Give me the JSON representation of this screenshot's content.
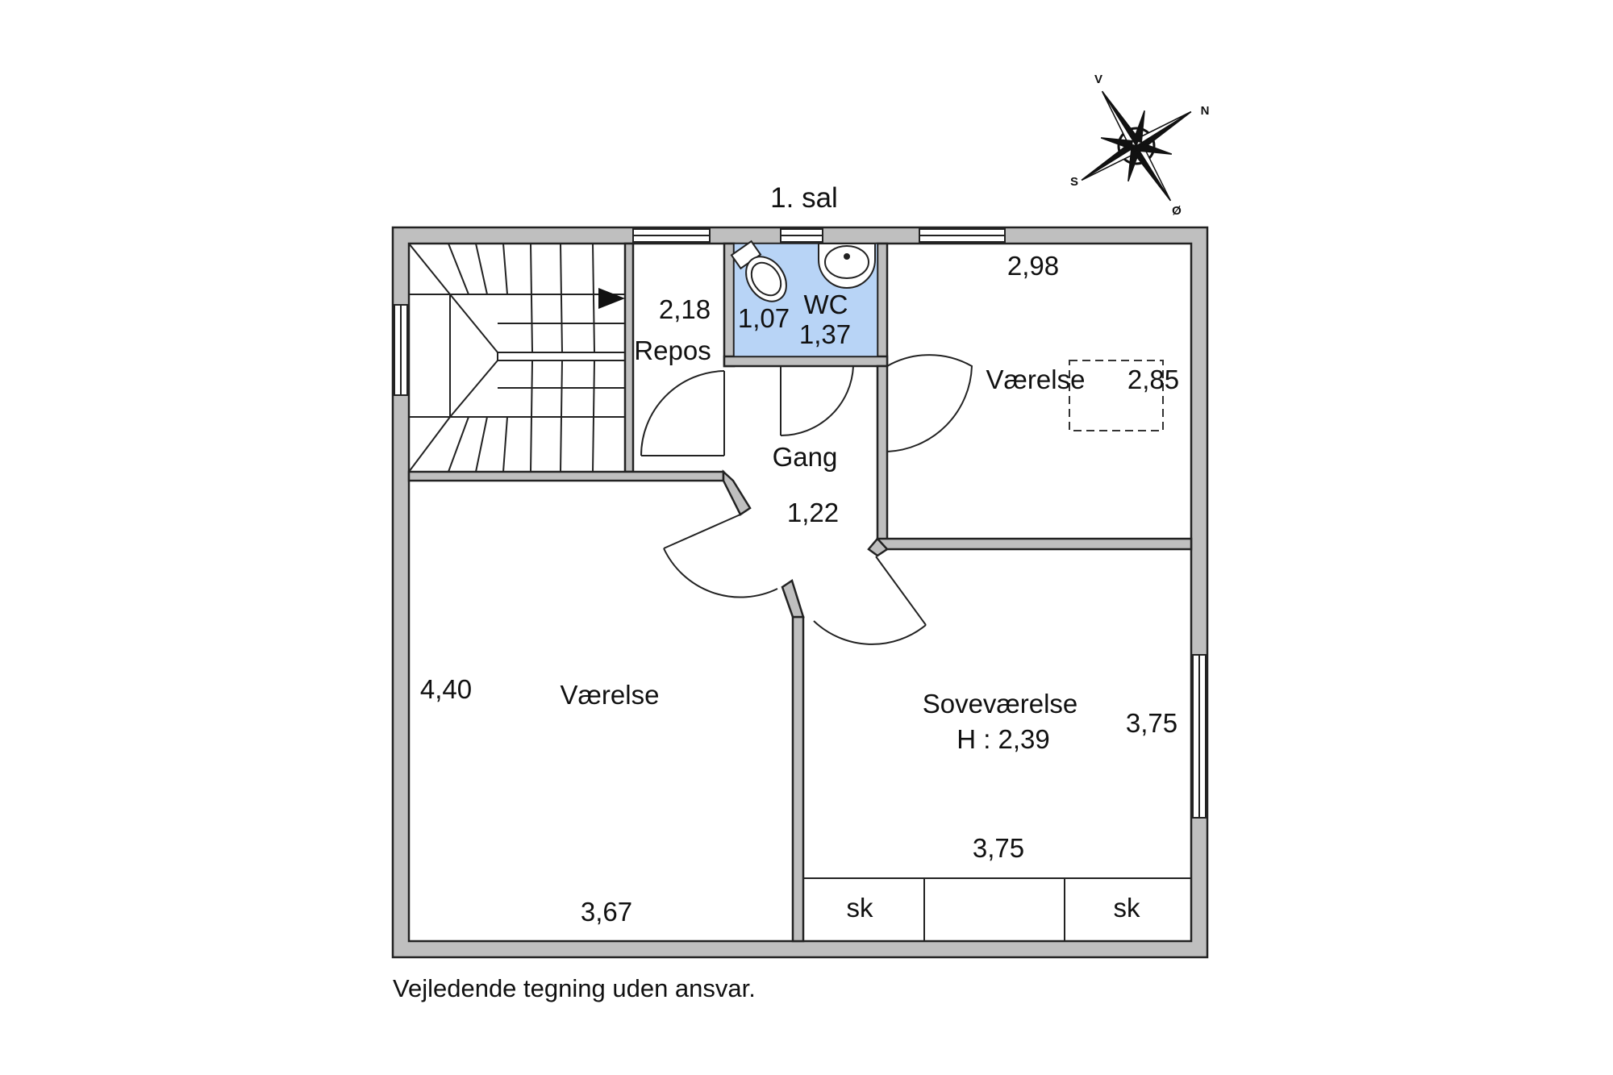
{
  "title": "1. sal",
  "disclaimer": "Vejledende tegning uden ansvar.",
  "compass": {
    "north": "N",
    "south": "S",
    "east": "Ø",
    "west": "V"
  },
  "colors": {
    "wall": "#bfbfbf",
    "outline": "#222222",
    "wc_fill": "#b8d4f6"
  },
  "rooms": {
    "repos": {
      "name": "Repos",
      "dim": "2,18"
    },
    "wc": {
      "name": "WC",
      "dim_a": "1,07",
      "dim_b": "1,37"
    },
    "gang": {
      "name": "Gang",
      "dim": "1,22"
    },
    "vaerelse_ne": {
      "name": "Værelse",
      "dim_a": "2,98",
      "dim_b": "2,85"
    },
    "vaerelse_sw": {
      "name": "Værelse",
      "dim_a": "4,40",
      "dim_b": "3,67"
    },
    "sovevaerelse": {
      "name": "Soveværelse",
      "height": "H : 2,39",
      "dim_a": "3,75",
      "dim_b": "3,75"
    },
    "closet_left": "sk",
    "closet_right": "sk"
  }
}
